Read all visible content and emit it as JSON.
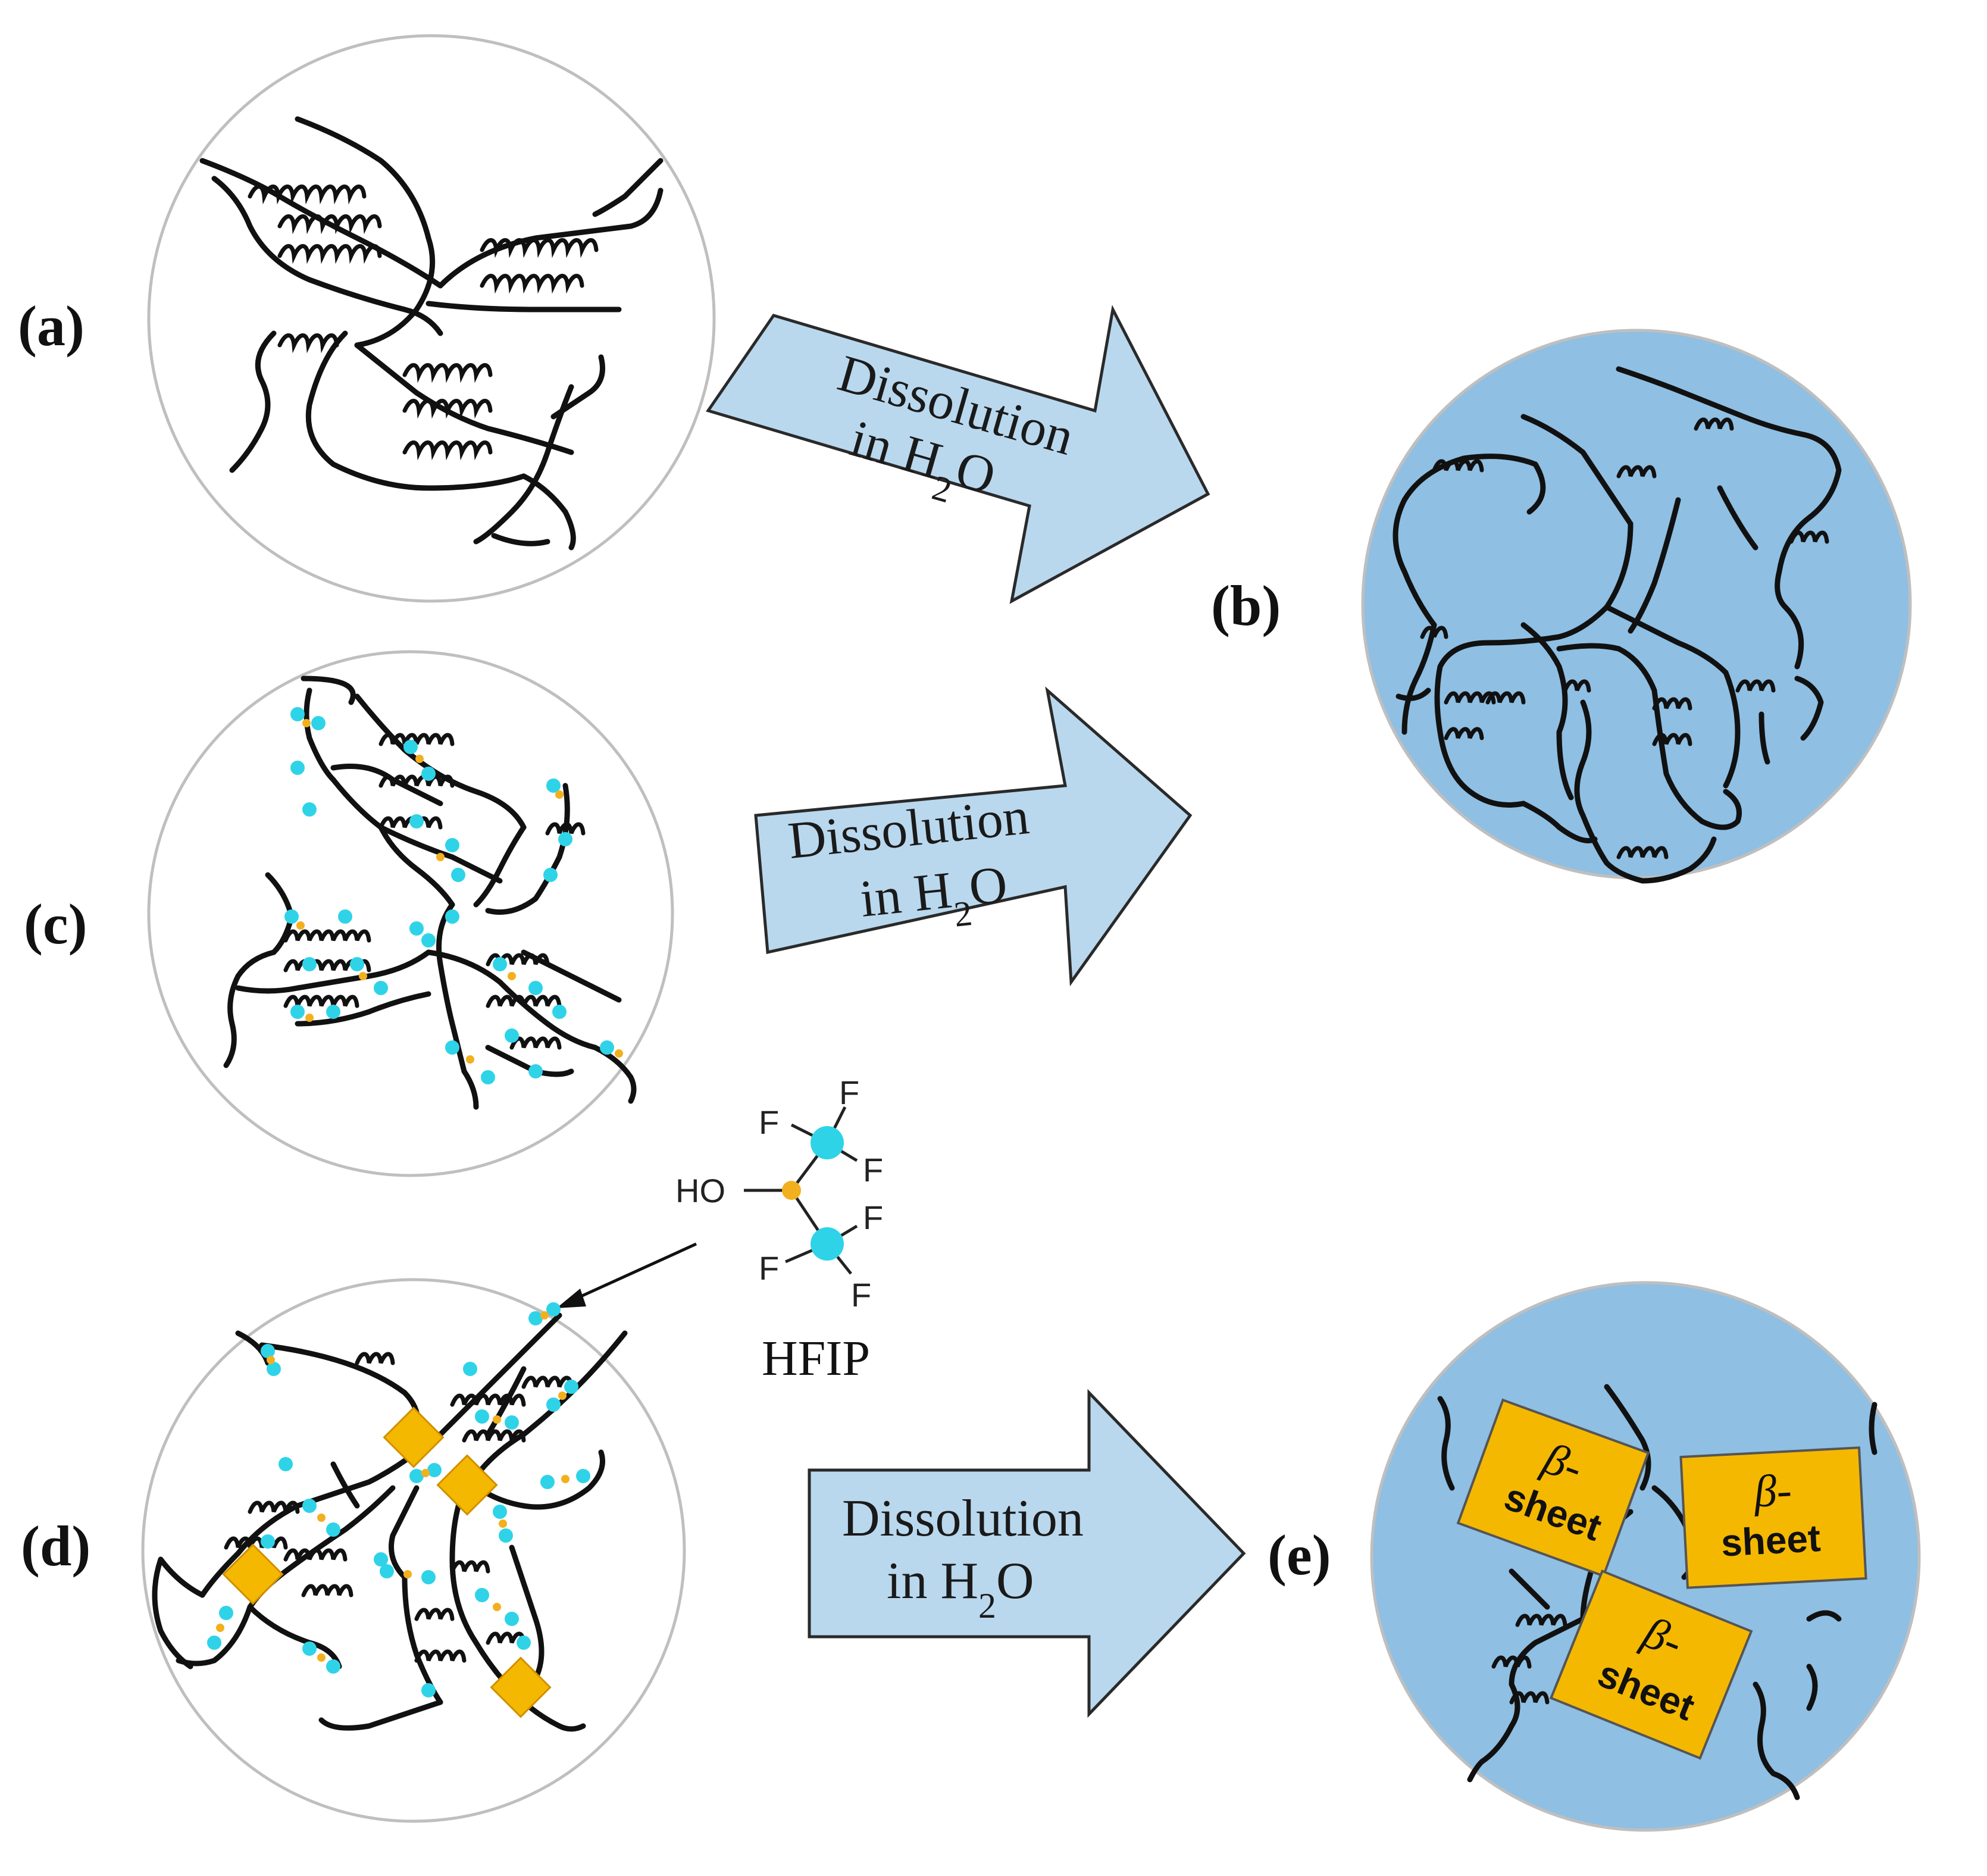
{
  "panels": {
    "a": {
      "label": "(a)"
    },
    "b": {
      "label": "(b)"
    },
    "c": {
      "label": "(c)"
    },
    "d": {
      "label": "(d)"
    },
    "e": {
      "label": "(e)"
    }
  },
  "arrows": [
    {
      "line1": "Dissolution",
      "line2_prefix": "in H",
      "subscript": "2",
      "line2_suffix": "O"
    },
    {
      "line1": "Dissolution",
      "line2_prefix": "in H",
      "subscript": "2",
      "line2_suffix": "O"
    },
    {
      "line1": "Dissolution",
      "line2_prefix": "in H",
      "subscript": "2",
      "line2_suffix": "O"
    }
  ],
  "hfip": {
    "name": "HFIP",
    "ho": "HO",
    "fluorines": [
      "F",
      "F",
      "F",
      "F",
      "F",
      "F"
    ]
  },
  "beta_sheets": [
    {
      "symbol": "β-",
      "word": "sheet"
    },
    {
      "symbol": "β-",
      "word": "sheet"
    },
    {
      "symbol": "β-",
      "word": "sheet"
    }
  ],
  "colors": {
    "water": "#8fbfe3",
    "arrow_fill": "#b9d8ee",
    "arrow_stroke": "#2a2a2a",
    "hfip_cf3": "#2fd3e8",
    "hfip_carbon": "#f2b01e",
    "beta_sheet": "#f5b800",
    "circle_outline": "#bfbfbf"
  }
}
